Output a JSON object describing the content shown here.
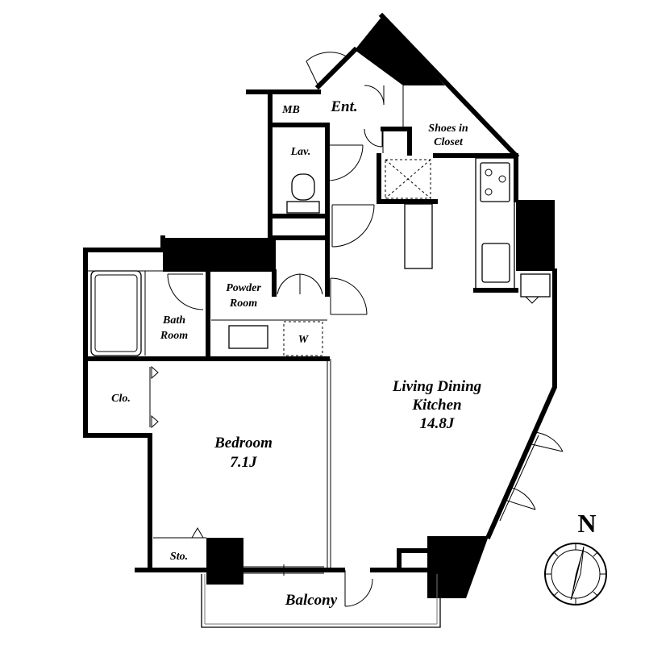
{
  "rooms": {
    "mb": "MB",
    "entrance": "Ent.",
    "shoes_closet_line1": "Shoes in",
    "shoes_closet_line2": "Closet",
    "lavatory": "Lav.",
    "powder_room_line1": "Powder",
    "powder_room_line2": "Room",
    "bath_room_line1": "Bath",
    "bath_room_line2": "Room",
    "washer": "W",
    "closet": "Clo.",
    "living_line1": "Living Dining",
    "living_line2": "Kitchen",
    "living_size": "14.8J",
    "bedroom": "Bedroom",
    "bedroom_size": "7.1J",
    "storage": "Sto.",
    "balcony": "Balcony"
  },
  "compass": {
    "label": "N"
  }
}
